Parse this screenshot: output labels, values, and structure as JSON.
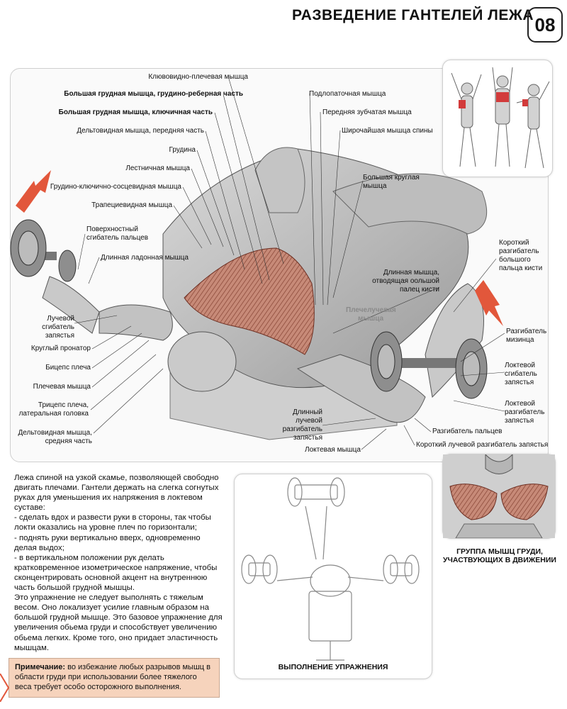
{
  "header": {
    "title": "РАЗВЕДЕНИЕ ГАНТЕЛЕЙ ЛЕЖА",
    "page_number": "08"
  },
  "labels": {
    "korakoplechevaya": "Клювовидно-плечевая мышца",
    "grudnaya_rebernaya": "Большая грудная мышца, грудино-реберная часть",
    "grudnaya_klyuchichnaya": "Большая грудная мышца, ключичная часть",
    "deltovidnaya_perednyaya": "Дельтовидная мышца, передняя часть",
    "grudina": "Грудина",
    "lestnichnaya": "Лестничная мышца",
    "grudino_klyuchichno": "Грудино-ключично-сосцевидная мышца",
    "trapetsievidnaya": "Трапециевидная мышца",
    "poverhnostny_sgibatel": "Поверхностный сгибатель пальцев",
    "dlinnaya_ladonnaya": "Длинная ладонная мышца",
    "luchevoy_sgibatel": "Лучевой сгибатель запястья",
    "krugly_pronator": "Круглый пронатор",
    "biceps": "Бицепс плеча",
    "plechevaya": "Плечевая мышца",
    "triceps": "Трицепс плеча, латеральная головка",
    "deltovidnaya_srednyaya": "Дельтовидная мышца, средняя часть",
    "podlopatochnaya": "Подлопаточная мышца",
    "perednyaya_zubchataya": "Передняя зубчатая мышца",
    "shirochayshaya": "Широчайшая мышца спины",
    "bolshaya_kruglaya": "Большая круглая мышца",
    "korotky_razgibatel_bolshogo": "Короткий разгибатель большого пальца кисти",
    "dlinnaya_otvodyashchaya": "Длинная мышца, отводящая оольшой палец кисти",
    "plecheluchevaya": "Плечелучевая мышца",
    "razgibatel_mizintsa": "Разгибатель мизинца",
    "loktevoy_sgibatel": "Локтевой сгибатель запястья",
    "loktevoy_razgibatel": "Локтевой разгибатель запястья",
    "razgibatel_paltsev": "Разгибатель пальцев",
    "korotky_luchevoy_razgibatel": "Короткий лучевой разгибатель запястья",
    "dlinny_luchevoy_razgibatel": "Длинный лучевой разгибатель запястья",
    "loktevaya": "Локтевая мышца"
  },
  "description": {
    "intro": "Лежа спиной на узкой скамье, позволяющей свободно двигать плечами. Гантели держать на слегка согнутых руках для уменьшения их напряжения в локтевом суставе:",
    "step1": "- сделать вдох и развести руки в стороны, так чтобы локти оказались на уровне плеч по горизонтали;",
    "step2": "- поднять руки вертикально вверх, одновременно делая выдох;",
    "step3": "- в вертикальном положении рук делать кратковременное изометрическое напряжение, чтобы сконцентрировать основной акцент на внутреннюю часть большой грудной мышцы.",
    "outro": "Это упражнение не следует выполнять с тяжелым весом. Оно локализует усилие главным образом на большой грудной мышце. Это базовое упражнение для увеличения обьема груди и способствует увеличению обьема легких. Кроме того, оно придает эластичность мышцам."
  },
  "note": {
    "label": "Примечание:",
    "text": "во избежание любых разрывов мышц в области груди при использовании более тяжелого веса требует особо осторожного выполнения."
  },
  "captions": {
    "chest_group": "ГРУППА МЫШЦ ГРУДИ, УЧАСТВУЮЩИХ В ДВИЖЕНИИ",
    "execution": "ВЫПОЛНЕНИЕ УПРАЖНЕНИЯ"
  },
  "colors": {
    "arrow": "#e2573b",
    "muscle": "#b9705e",
    "note_bg": "#f6d3bc"
  }
}
